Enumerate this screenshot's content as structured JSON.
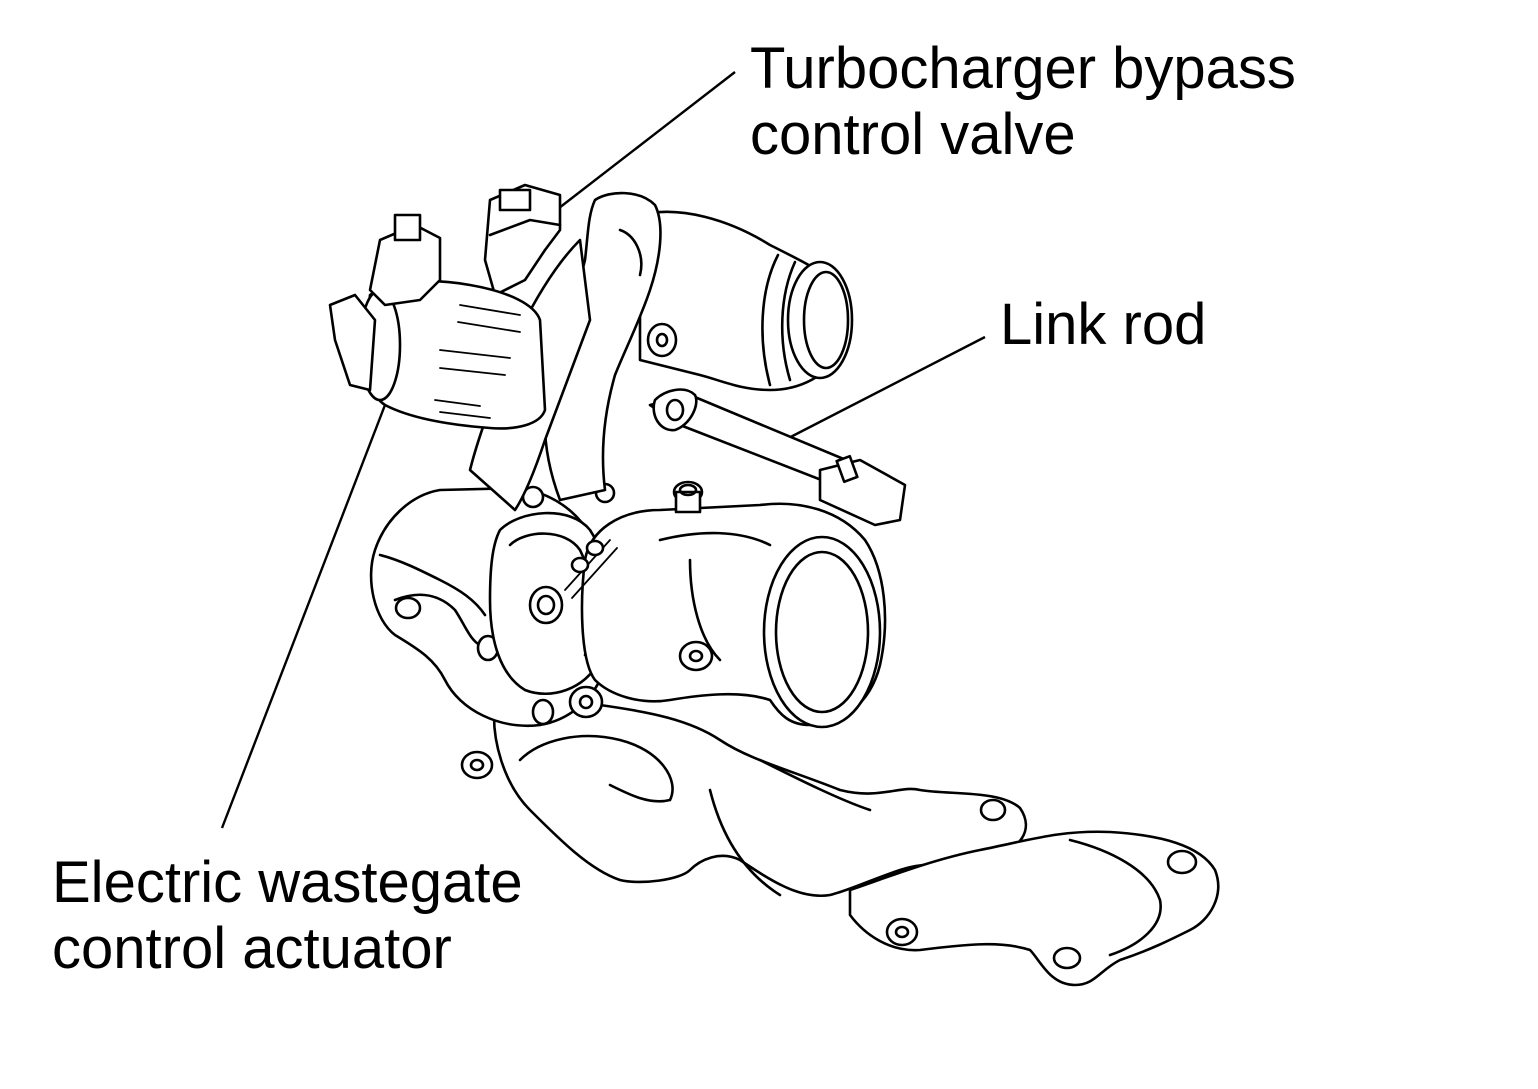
{
  "labels": {
    "bypass_valve": [
      "Turbocharger bypass",
      "control valve"
    ],
    "link_rod": [
      "Link rod"
    ],
    "wastegate_actuator": [
      "Electric wastegate",
      "control actuator"
    ]
  },
  "colors": {
    "line": "#000000",
    "background": "#ffffff"
  }
}
